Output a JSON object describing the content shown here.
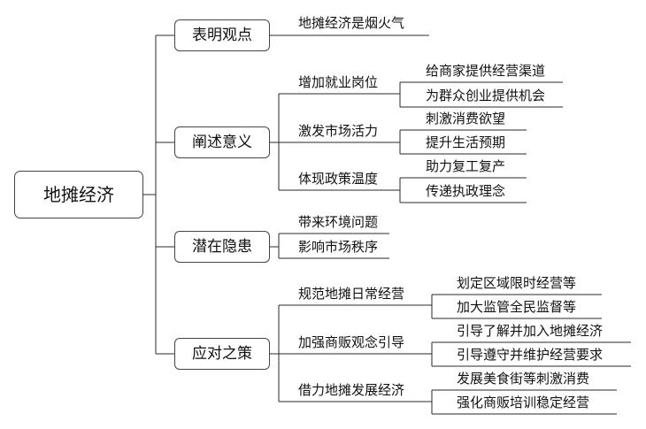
{
  "root": "地摊经济",
  "branches": [
    {
      "label": "表明观点",
      "children": [
        {
          "label": "地摊经济是烟火气",
          "children": []
        }
      ]
    },
    {
      "label": "阐述意义",
      "children": [
        {
          "label": "增加就业岗位",
          "children": [
            "给商家提供经营渠道",
            "为群众创业提供机会"
          ]
        },
        {
          "label": "激发市场活力",
          "children": [
            "刺激消费欲望",
            "提升生活预期"
          ]
        },
        {
          "label": "体现政策温度",
          "children": [
            "助力复工复产",
            "传递执政理念"
          ]
        }
      ]
    },
    {
      "label": "潜在隐患",
      "children": [
        {
          "label": "带来环境问题",
          "children": []
        },
        {
          "label": "影响市场秩序",
          "children": []
        }
      ]
    },
    {
      "label": "应对之策",
      "children": [
        {
          "label": "规范地摊日常经营",
          "children": [
            "划定区域限时经营等",
            "加大监管全民监督等"
          ]
        },
        {
          "label": "加强商贩观念引导",
          "children": [
            "引导了解并加入地摊经济",
            "引导遵守并维护经营要求"
          ]
        },
        {
          "label": "借力地摊发展经济",
          "children": [
            "发展美食街等刺激消费",
            "强化商贩培训稳定经营"
          ]
        }
      ]
    }
  ]
}
